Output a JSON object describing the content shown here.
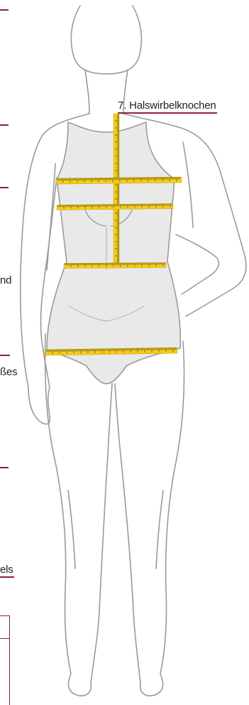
{
  "diagram": {
    "labels": {
      "neck_vertebra": "7. Halswirbelknochen",
      "cut_label_a": "nd",
      "cut_label_b": "ßes",
      "cut_label_c": "els"
    },
    "colors": {
      "accent": "#8a2432",
      "tape_yellow": "#f4cc1c",
      "tape_ink": "#2a2a1a",
      "body_outline": "#9a9a9a",
      "bodysuit_fill": "#e9e9e9",
      "background": "#ffffff"
    },
    "icons": {
      "figure": "body-back-view-icon",
      "tape": "measuring-tape-icon"
    }
  }
}
